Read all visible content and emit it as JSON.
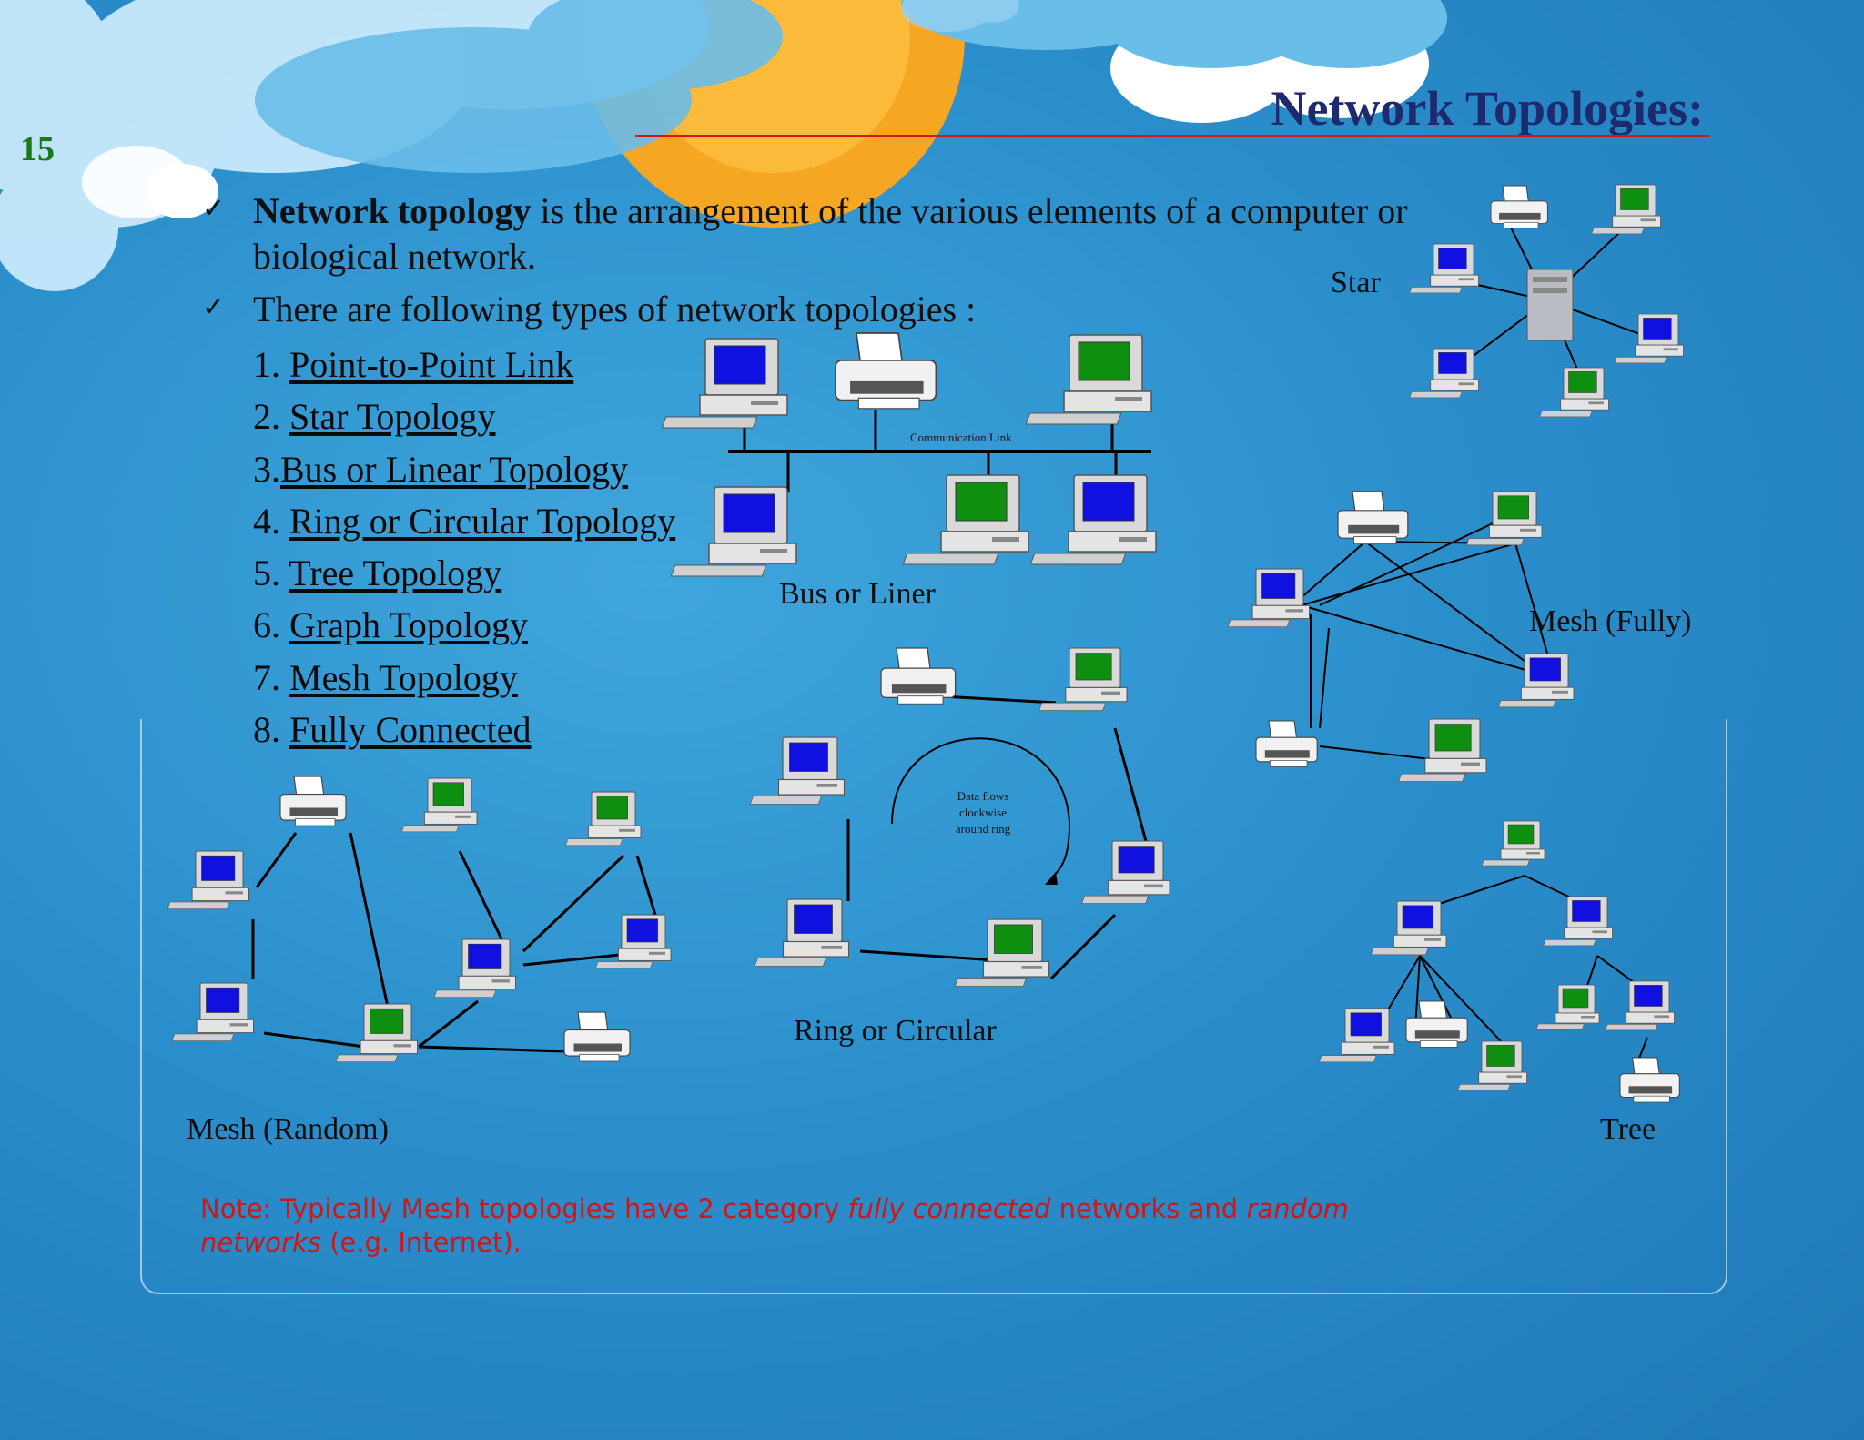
{
  "slide": {
    "number": "15",
    "title": "Network Topologies:",
    "bullets": {
      "first_bold": "Network topology",
      "first_rest": " is the arrangement of the various elements of a computer or",
      "first_cont": "biological network.",
      "second": "There are following types of network topologies :"
    },
    "topologies": [
      {
        "num": "1. ",
        "label": "Point-to-Point Link"
      },
      {
        "num": "2. ",
        "label": "Star Topology"
      },
      {
        "num": "3.",
        "label": "Bus or Linear Topology"
      },
      {
        "num": "4. ",
        "label": "Ring or Circular Topology"
      },
      {
        "num": "5. ",
        "label": "Tree Topology"
      },
      {
        "num": "6. ",
        "label": "Graph Topology"
      },
      {
        "num": "7. ",
        "label": "Mesh Topology"
      },
      {
        "num": "8. ",
        "label": "Fully Connected"
      }
    ],
    "diagram_labels": {
      "star": "Star",
      "bus": "Bus or Liner",
      "communication_link": "Communication Link",
      "mesh_fully": "Mesh (Fully)",
      "ring": "Ring or Circular",
      "ring_note_1": "Data flows",
      "ring_note_2": "clockwise",
      "ring_note_3": "around ring",
      "mesh_random": "Mesh (Random)",
      "tree": "Tree"
    },
    "note": {
      "prefix": "Note: Typically Mesh topologies have 2 category ",
      "italic1": "fully connected",
      "middle": " networks and ",
      "italic2": "random networks",
      "suffix": " (e.g. Internet)."
    },
    "colors": {
      "title": "#1c2a6e",
      "slide_number": "#1a7a1a",
      "note": "#d01616",
      "rule": "#d01818",
      "screen_blue": "#1010e0",
      "screen_green": "#0f8f0f"
    }
  }
}
